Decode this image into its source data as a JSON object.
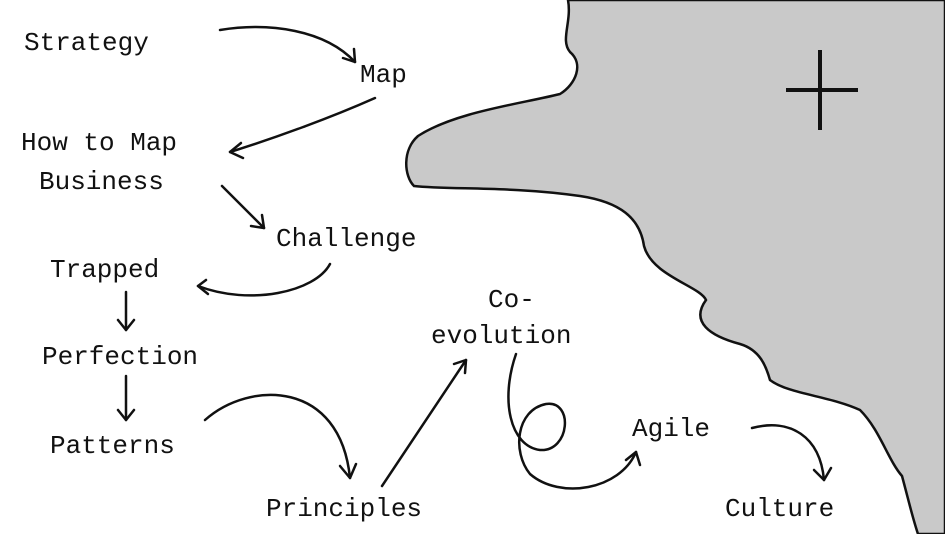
{
  "diagram": {
    "nodes": {
      "strategy": "Strategy",
      "map": "Map",
      "how_to_map": "How to Map",
      "business": "Business",
      "challenge": "Challenge",
      "trapped": "Trapped",
      "perfection": "Perfection",
      "patterns": "Patterns",
      "principles": "Principles",
      "co": "Co-",
      "evolution": "evolution",
      "agile": "Agile",
      "culture": "Culture"
    },
    "colors": {
      "ink": "#111111",
      "land": "#c9c9c9",
      "background": "#ffffff"
    },
    "icons": [
      "crosshair-icon"
    ]
  }
}
